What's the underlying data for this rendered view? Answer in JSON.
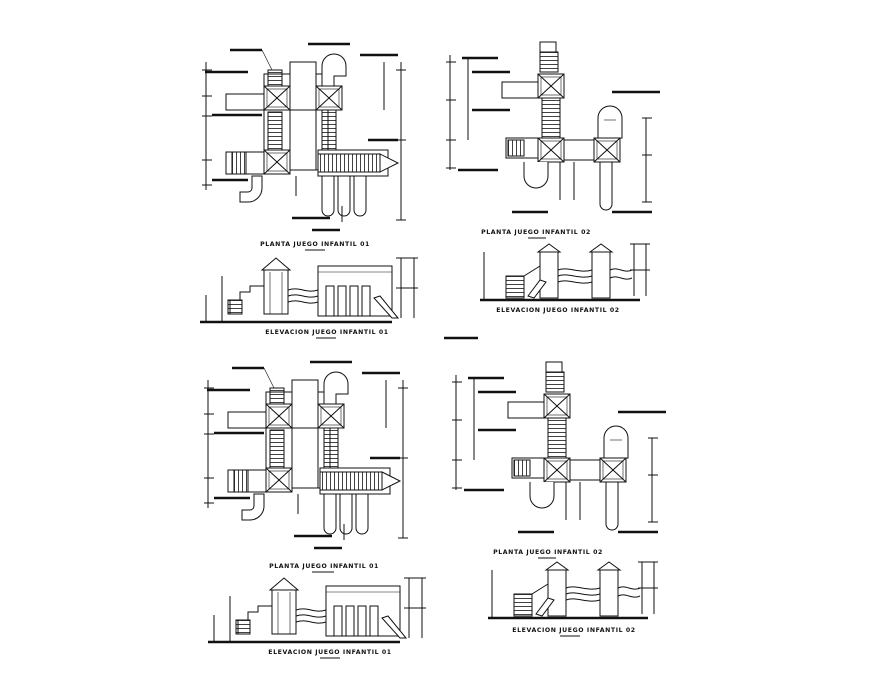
{
  "captions": {
    "plan_a": "PLANTA JUEGO INFANTIL 01",
    "plan_b": "PLANTA JUEGO INFANTIL 02",
    "elev_a": "ELEVACION JUEGO INFANTIL 01",
    "elev_b": "ELEVACION JUEGO INFANTIL 02",
    "plan_c": "PLANTA JUEGO INFANTIL 01",
    "plan_d": "PLANTA JUEGO INFANTIL 02",
    "elev_c": "ELEVACION JUEGO INFANTIL 01",
    "elev_d": "ELEVACION JUEGO INFANTIL 02"
  }
}
